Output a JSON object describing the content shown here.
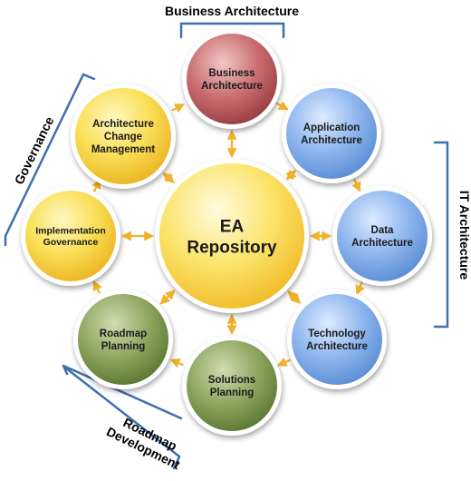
{
  "diagram": {
    "center": {
      "lines": [
        "EA",
        "Repository"
      ]
    },
    "nodes": [
      {
        "id": "business-architecture",
        "lines": [
          "Business",
          "Architecture"
        ],
        "theme": "red"
      },
      {
        "id": "application-architecture",
        "lines": [
          "Application",
          "Architecture"
        ],
        "theme": "blue"
      },
      {
        "id": "data-architecture",
        "lines": [
          "Data",
          "Architecture"
        ],
        "theme": "blue"
      },
      {
        "id": "technology-architecture",
        "lines": [
          "Technology",
          "Architecture"
        ],
        "theme": "blue"
      },
      {
        "id": "solutions-planning",
        "lines": [
          "Solutions",
          "Planning"
        ],
        "theme": "green"
      },
      {
        "id": "roadmap-planning",
        "lines": [
          "Roadmap",
          "Planning"
        ],
        "theme": "green"
      },
      {
        "id": "implementation-governance",
        "lines": [
          "Implementation",
          "Governance"
        ],
        "theme": "yellow"
      },
      {
        "id": "architecture-change-management",
        "lines": [
          "Architecture",
          "Change",
          "Management"
        ],
        "theme": "yellow"
      }
    ],
    "groups": {
      "business": {
        "label": "Business Architecture"
      },
      "it": {
        "label": "IT Architecture"
      },
      "governance": {
        "label": "Governance"
      },
      "roadmap": {
        "lines": [
          "Roadmap",
          "Development"
        ]
      }
    },
    "themes": {
      "red": {
        "light": "#f2c6c6",
        "mid": "#c96f72",
        "dark": "#9c3f44"
      },
      "blue": {
        "light": "#dcebff",
        "mid": "#8fb6ee",
        "dark": "#5d8fd6"
      },
      "green": {
        "light": "#cfdcb0",
        "mid": "#8ea761",
        "dark": "#5d7a34"
      },
      "yellow": {
        "light": "#fff7c2",
        "mid": "#f9df56",
        "dark": "#ecb625"
      },
      "center": {
        "light": "#fffbe0",
        "mid": "#fbe46a",
        "dark": "#f1bd2c"
      }
    },
    "colors": {
      "arrow": "#f2b12a",
      "bracket": "#3f6fae",
      "ring": "#ffffff"
    }
  }
}
